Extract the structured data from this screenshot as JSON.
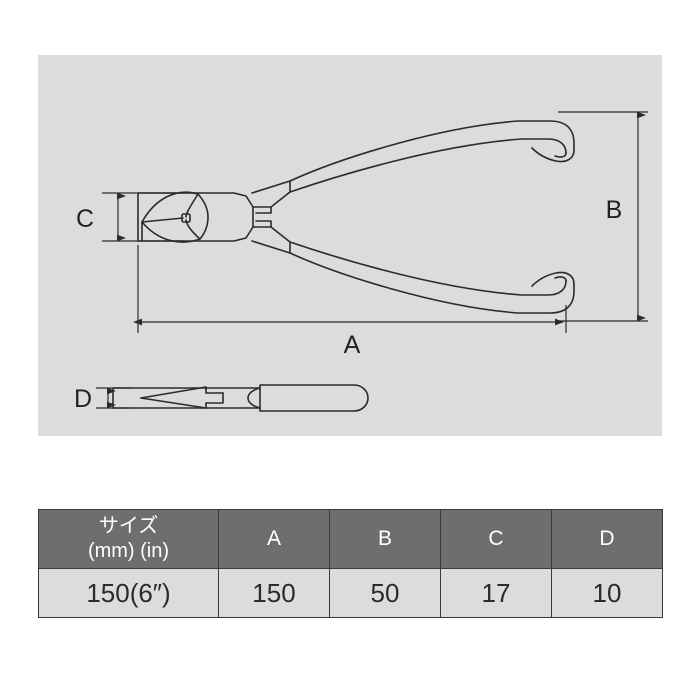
{
  "diagram": {
    "title": "diagonal-cutting-pliers-dimension-drawing",
    "background_color": "#dcdcdc",
    "line_color": "#2b2b2b",
    "labels": {
      "a": "A",
      "b": "B",
      "c": "C",
      "d": "D"
    }
  },
  "table": {
    "header": {
      "size_line1": "サイズ",
      "size_line2": "(mm) (in)",
      "a": "A",
      "b": "B",
      "c": "C",
      "d": "D"
    },
    "rows": [
      {
        "size": "150(6″)",
        "a": "150",
        "b": "50",
        "c": "17",
        "d": "10"
      }
    ],
    "header_bg": "#6e6e6e",
    "row_bg": "#dcdcdc",
    "header_text_color": "#ffffff",
    "row_text_color": "#2b2b2b"
  }
}
